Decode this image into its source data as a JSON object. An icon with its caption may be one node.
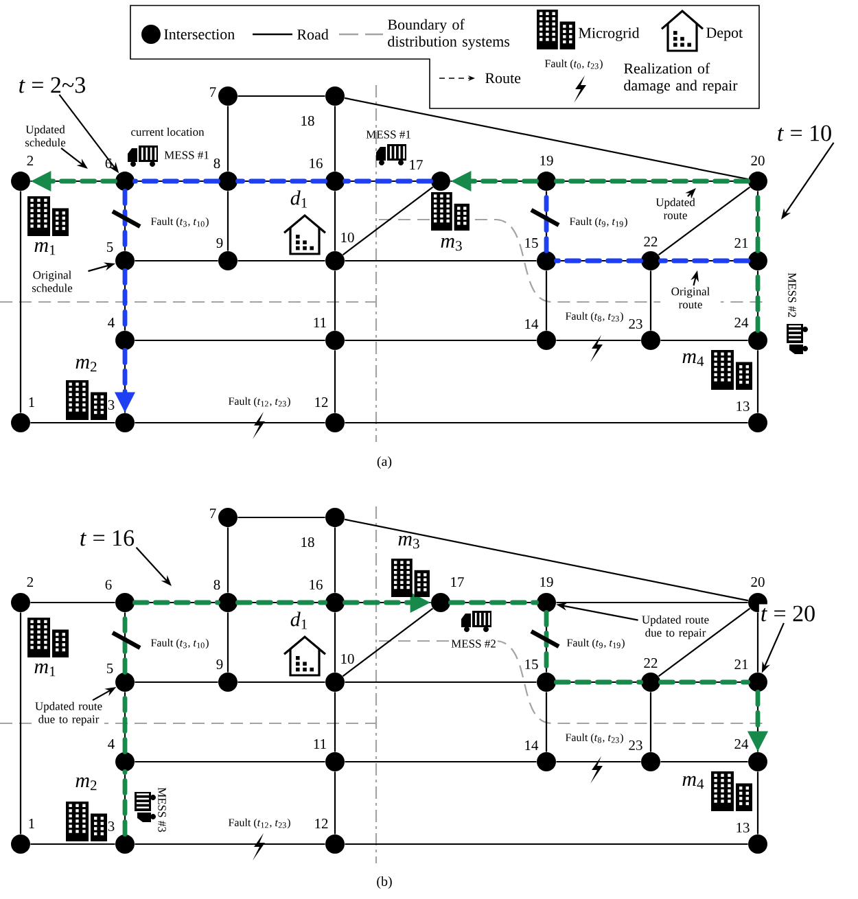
{
  "diagram": {
    "nodes": [
      {
        "text": [],
        "shape": "circle",
        "beside": [
          "7"
        ]
      },
      {
        "text": [],
        "shape": "circle",
        "beside": [
          "18"
        ]
      },
      {
        "text": [],
        "shape": "circle",
        "beside": [
          "2"
        ]
      },
      {
        "text": [],
        "shape": "circle",
        "beside": [
          "6"
        ]
      },
      {
        "text": [],
        "shape": "circle",
        "beside": [
          "8"
        ]
      },
      {
        "text": [],
        "shape": "circle",
        "beside": [
          "16"
        ]
      },
      {
        "text": [],
        "shape": "circle",
        "beside": [
          "17"
        ]
      },
      {
        "text": [],
        "shape": "circle",
        "beside": [
          "19"
        ]
      },
      {
        "text": [],
        "shape": "circle",
        "beside": [
          "20"
        ]
      },
      {
        "text": [],
        "shape": "circle",
        "beside": [
          "5"
        ]
      },
      {
        "text": [],
        "shape": "circle",
        "beside": [
          "9"
        ]
      },
      {
        "text": [],
        "shape": "circle",
        "beside": [
          "10"
        ]
      },
      {
        "text": [],
        "shape": "circle",
        "beside": [
          "15"
        ]
      },
      {
        "text": [],
        "shape": "circle",
        "beside": [
          "22"
        ]
      },
      {
        "text": [],
        "shape": "circle",
        "beside": [
          "21"
        ]
      },
      {
        "text": [],
        "shape": "circle",
        "beside": [
          "4"
        ]
      },
      {
        "text": [],
        "shape": "circle",
        "beside": [
          "11"
        ]
      },
      {
        "text": [],
        "shape": "circle",
        "beside": [
          "14"
        ]
      },
      {
        "text": [],
        "shape": "circle",
        "beside": [
          "23"
        ]
      },
      {
        "text": [],
        "shape": "circle",
        "beside": [
          "24"
        ]
      },
      {
        "text": [],
        "shape": "circle",
        "beside": [
          "1"
        ]
      },
      {
        "text": [],
        "shape": "circle",
        "beside": [
          "3"
        ]
      },
      {
        "text": [],
        "shape": "circle",
        "beside": [
          "12"
        ]
      },
      {
        "text": [],
        "shape": "circle",
        "beside": [
          "13"
        ]
      },
      {
        "text": [
          "*t* = 2~3"
        ]
      },
      {
        "text": [
          "Updated schedule"
        ]
      },
      {
        "text": [
          "Original schedule"
        ]
      },
      {
        "text": [
          "*t* = 10"
        ]
      },
      {
        "text": [
          "Updated route"
        ]
      },
      {
        "text": [
          "Original route"
        ]
      },
      {
        "text": [],
        "shape": "circle",
        "beside": [
          "7"
        ]
      },
      {
        "text": [],
        "shape": "circle",
        "beside": [
          "18"
        ]
      },
      {
        "text": [],
        "shape": "circle",
        "beside": [
          "2"
        ]
      },
      {
        "text": [],
        "shape": "circle",
        "beside": [
          "6"
        ]
      },
      {
        "text": [],
        "shape": "circle",
        "beside": [
          "8"
        ]
      },
      {
        "text": [],
        "shape": "circle",
        "beside": [
          "16"
        ]
      },
      {
        "text": [],
        "shape": "circle",
        "beside": [
          "17"
        ]
      },
      {
        "text": [],
        "shape": "circle",
        "beside": [
          "19"
        ]
      },
      {
        "text": [],
        "shape": "circle",
        "beside": [
          "20"
        ]
      },
      {
        "text": [],
        "shape": "circle",
        "beside": [
          "5"
        ]
      },
      {
        "text": [],
        "shape": "circle",
        "beside": [
          "9"
        ]
      },
      {
        "text": [],
        "shape": "circle",
        "beside": [
          "10"
        ]
      },
      {
        "text": [],
        "shape": "circle",
        "beside": [
          "15"
        ]
      },
      {
        "text": [],
        "shape": "circle",
        "beside": [
          "22"
        ]
      },
      {
        "text": [],
        "shape": "circle",
        "beside": [
          "21"
        ]
      },
      {
        "text": [],
        "shape": "circle",
        "beside": [
          "4"
        ]
      },
      {
        "text": [],
        "shape": "circle",
        "beside": [
          "11"
        ]
      },
      {
        "text": [],
        "shape": "circle",
        "beside": [
          "14"
        ]
      },
      {
        "text": [],
        "shape": "circle",
        "beside": [
          "23"
        ]
      },
      {
        "text": [],
        "shape": "circle",
        "beside": [
          "24"
        ]
      },
      {
        "text": [],
        "shape": "circle",
        "beside": [
          "1"
        ]
      },
      {
        "text": [],
        "shape": "circle",
        "beside": [
          "3"
        ]
      },
      {
        "text": [],
        "shape": "circle",
        "beside": [
          "12"
        ]
      },
      {
        "text": [],
        "shape": "circle",
        "beside": [
          "13"
        ]
      },
      {
        "text": [
          "*t* = 16"
        ]
      },
      {
        "text": [
          "Updated route due to repair"
        ]
      },
      {
        "text": [
          "Updated route due to repair"
        ]
      },
      {
        "text": [
          "*t* = 20"
        ]
      }
    ],
    "edges": [
      {
        "from": 2,
        "to": 3,
        "arrow": "none"
      },
      {
        "from": 3,
        "to": 4,
        "arrow": "none"
      },
      {
        "from": 4,
        "to": 5,
        "arrow": "none"
      },
      {
        "from": 5,
        "to": 6,
        "arrow": "none"
      },
      {
        "from": 6,
        "to": 7,
        "arrow": "none"
      },
      {
        "from": 7,
        "to": 8,
        "arrow": "none"
      },
      {
        "from": 0,
        "to": 1,
        "arrow": "none"
      },
      {
        "from": 0,
        "to": 4,
        "arrow": "none"
      },
      {
        "from": 4,
        "to": 10,
        "arrow": "none"
      },
      {
        "from": 1,
        "to": 5,
        "arrow": "none"
      },
      {
        "from": 1,
        "to": 8,
        "arrow": "none"
      },
      {
        "from": 5,
        "to": 11,
        "arrow": "none"
      },
      {
        "from": 11,
        "to": 6,
        "arrow": "none"
      },
      {
        "from": 2,
        "to": 20,
        "arrow": "none"
      },
      {
        "from": 3,
        "to": 9,
        "arrow": "none"
      },
      {
        "from": 9,
        "to": 10,
        "arrow": "none"
      },
      {
        "from": 10,
        "to": 11,
        "arrow": "none"
      },
      {
        "from": 11,
        "to": 12,
        "arrow": "none"
      },
      {
        "from": 12,
        "to": 13,
        "arrow": "none"
      },
      {
        "from": 13,
        "to": 14,
        "arrow": "none"
      },
      {
        "from": 13,
        "to": 8,
        "arrow": "none"
      },
      {
        "from": 7,
        "to": 12,
        "arrow": "none"
      },
      {
        "from": 8,
        "to": 14,
        "arrow": "none"
      },
      {
        "from": 9,
        "to": 15,
        "arrow": "none"
      },
      {
        "from": 11,
        "to": 16,
        "arrow": "none"
      },
      {
        "from": 12,
        "to": 17,
        "arrow": "none"
      },
      {
        "from": 13,
        "to": 18,
        "arrow": "none"
      },
      {
        "from": 14,
        "to": 19,
        "arrow": "none"
      },
      {
        "from": 15,
        "to": 16,
        "arrow": "none"
      },
      {
        "from": 16,
        "to": 17,
        "arrow": "none"
      },
      {
        "from": 17,
        "to": 18,
        "arrow": "none"
      },
      {
        "from": 18,
        "to": 19,
        "arrow": "none"
      },
      {
        "from": 15,
        "to": 21,
        "arrow": "none"
      },
      {
        "from": 20,
        "to": 21,
        "arrow": "none"
      },
      {
        "from": 21,
        "to": 22,
        "arrow": "none"
      },
      {
        "from": 16,
        "to": 22,
        "arrow": "none"
      },
      {
        "from": 22,
        "to": 23,
        "arrow": "none"
      },
      {
        "from": 19,
        "to": 23,
        "arrow": "none"
      },
      {
        "from": 6,
        "to": 5,
        "arrow": "none",
        "style": "dashed",
        "color": "#1f3ff2"
      },
      {
        "from": 5,
        "to": 4,
        "arrow": "none",
        "style": "dashed",
        "color": "#1f3ff2"
      },
      {
        "from": 4,
        "to": 3,
        "arrow": "none",
        "style": "dashed",
        "color": "#1f3ff2"
      },
      {
        "from": 3,
        "to": 9,
        "arrow": "none",
        "style": "dashed",
        "color": "#1f3ff2"
      },
      {
        "from": 9,
        "to": 15,
        "arrow": "none",
        "style": "dashed",
        "color": "#1f3ff2"
      },
      {
        "from": 15,
        "to": 21,
        "arrow": "to",
        "style": "dashed",
        "color": "#1f3ff2"
      },
      {
        "from": 14,
        "to": 13,
        "arrow": "none",
        "style": "dashed",
        "color": "#1f3ff2"
      },
      {
        "from": 13,
        "to": 12,
        "arrow": "none",
        "style": "dashed",
        "color": "#1f3ff2"
      },
      {
        "from": 12,
        "to": 7,
        "arrow": "none",
        "style": "dashed",
        "color": "#1f3ff2"
      },
      {
        "from": 3,
        "to": 2,
        "arrow": "to",
        "style": "dashed",
        "color": "#178a4b"
      },
      {
        "from": 19,
        "to": 14,
        "arrow": "none",
        "style": "dashed",
        "color": "#178a4b"
      },
      {
        "from": 14,
        "to": 8,
        "arrow": "none",
        "style": "dashed",
        "color": "#178a4b"
      },
      {
        "from": 8,
        "to": 7,
        "arrow": "none",
        "style": "dashed",
        "color": "#178a4b"
      },
      {
        "from": 7,
        "to": 6,
        "arrow": "to",
        "style": "dashed",
        "color": "#178a4b"
      },
      {
        "from": 24,
        "to": 3,
        "arrow": "to"
      },
      {
        "from": 25,
        "to": null,
        "arrow": "to"
      },
      {
        "from": 26,
        "to": 9,
        "arrow": "to"
      },
      {
        "from": 27,
        "to": null,
        "arrow": "to"
      },
      {
        "from": 28,
        "to": null,
        "arrow": "to"
      },
      {
        "from": 29,
        "to": null,
        "arrow": "to"
      },
      {
        "from": 32,
        "to": 33,
        "arrow": "none"
      },
      {
        "from": 33,
        "to": 34,
        "arrow": "none"
      },
      {
        "from": 34,
        "to": 35,
        "arrow": "none"
      },
      {
        "from": 35,
        "to": 36,
        "arrow": "none"
      },
      {
        "from": 36,
        "to": 37,
        "arrow": "none"
      },
      {
        "from": 37,
        "to": 38,
        "arrow": "none"
      },
      {
        "from": 30,
        "to": 31,
        "arrow": "none"
      },
      {
        "from": 30,
        "to": 34,
        "arrow": "none"
      },
      {
        "from": 34,
        "to": 40,
        "arrow": "none"
      },
      {
        "from": 31,
        "to": 35,
        "arrow": "none"
      },
      {
        "from": 31,
        "to": 38,
        "arrow": "none"
      },
      {
        "from": 35,
        "to": 41,
        "arrow": "none"
      },
      {
        "from": 41,
        "to": 36,
        "arrow": "none"
      },
      {
        "from": 32,
        "to": 50,
        "arrow": "none"
      },
      {
        "from": 33,
        "to": 39,
        "arrow": "none"
      },
      {
        "from": 39,
        "to": 40,
        "arrow": "none"
      },
      {
        "from": 40,
        "to": 41,
        "arrow": "none"
      },
      {
        "from": 41,
        "to": 42,
        "arrow": "none"
      },
      {
        "from": 42,
        "to": 43,
        "arrow": "none"
      },
      {
        "from": 43,
        "to": 44,
        "arrow": "none"
      },
      {
        "from": 43,
        "to": 38,
        "arrow": "none"
      },
      {
        "from": 37,
        "to": 42,
        "arrow": "none"
      },
      {
        "from": 38,
        "to": 44,
        "arrow": "none"
      },
      {
        "from": 39,
        "to": 45,
        "arrow": "none"
      },
      {
        "from": 41,
        "to": 46,
        "arrow": "none"
      },
      {
        "from": 42,
        "to": 47,
        "arrow": "none"
      },
      {
        "from": 43,
        "to": 48,
        "arrow": "none"
      },
      {
        "from": 44,
        "to": 49,
        "arrow": "none"
      },
      {
        "from": 45,
        "to": 46,
        "arrow": "none"
      },
      {
        "from": 46,
        "to": 47,
        "arrow": "none"
      },
      {
        "from": 47,
        "to": 48,
        "arrow": "none"
      },
      {
        "from": 48,
        "to": 49,
        "arrow": "none"
      },
      {
        "from": 45,
        "to": 51,
        "arrow": "none"
      },
      {
        "from": 50,
        "to": 51,
        "arrow": "none"
      },
      {
        "from": 51,
        "to": 52,
        "arrow": "none"
      },
      {
        "from": 46,
        "to": 52,
        "arrow": "none"
      },
      {
        "from": 52,
        "to": 53,
        "arrow": "none"
      },
      {
        "from": 49,
        "to": 53,
        "arrow": "none"
      },
      {
        "from": 51,
        "to": 45,
        "arrow": "none",
        "style": "dashed",
        "color": "#178a4b"
      },
      {
        "from": 45,
        "to": 39,
        "arrow": "none",
        "style": "dashed",
        "color": "#178a4b"
      },
      {
        "from": 39,
        "to": 33,
        "arrow": "none",
        "style": "dashed",
        "color": "#178a4b"
      },
      {
        "from": 33,
        "to": 34,
        "arrow": "none",
        "style": "dashed",
        "color": "#178a4b"
      },
      {
        "from": 34,
        "to": 35,
        "arrow": "none",
        "style": "dashed",
        "color": "#178a4b"
      },
      {
        "from": 35,
        "to": 36,
        "arrow": "to",
        "style": "dashed",
        "color": "#178a4b"
      },
      {
        "from": 36,
        "to": 37,
        "arrow": "none",
        "style": "dashed",
        "color": "#178a4b"
      },
      {
        "from": 37,
        "to": 42,
        "arrow": "none",
        "style": "dashed",
        "color": "#178a4b"
      },
      {
        "from": 42,
        "to": 43,
        "arrow": "none",
        "style": "dashed",
        "color": "#178a4b"
      },
      {
        "from": 43,
        "to": 44,
        "arrow": "none",
        "style": "dashed",
        "color": "#178a4b"
      },
      {
        "from": 44,
        "to": 49,
        "arrow": "to",
        "style": "dashed",
        "color": "#178a4b"
      },
      {
        "from": 54,
        "to": null,
        "arrow": "to"
      },
      {
        "from": 55,
        "to": 39,
        "arrow": "to"
      },
      {
        "from": 56,
        "to": 37,
        "arrow": "to"
      },
      {
        "from": 57,
        "to": 44,
        "arrow": "to"
      }
    ],
    "labels": [
      "Fault (*t*$_{0}$, *t*$_{23}$)",
      "current location",
      "MESS #1",
      "MESS #1",
      "Fault (*t*$_{3}$, *t*$_{10}$)",
      "Fault (*t*$_{9}$, *t*$_{19}$)",
      "*d*$_{1}$",
      "*m*$_{1}$",
      "*m*$_{3}$",
      "MESS #2",
      "Fault (*t*$_{8}$, *t*$_{23}$)",
      "*m*$_{2}$",
      "*m*$_{4}$",
      "Fault (*t*$_{12}$, *t*$_{23}$)",
      "(a)",
      "*m*$_{3}$",
      "*d*$_{1}$",
      "Fault (*t*$_{3}$, *t*$_{10}$)",
      "MESS #2",
      "Fault (*t*$_{9}$, *t*$_{19}$)",
      "*m*$_{1}$",
      "Fault (*t*$_{8}$, *t*$_{23}$)",
      "*m*$_{2}$",
      "MESS #3",
      "*m*$_{4}$",
      "Fault (*t*$_{12}$, *t*$_{23}$)",
      "(b)"
    ],
    "legend": [
      {
        "text": "Intersection"
      },
      {
        "text": "Road"
      },
      {
        "text": "Boundary of distribution systems"
      },
      {
        "text": "Microgrid"
      },
      {
        "text": "Depot"
      },
      {
        "text": "Route"
      },
      {
        "text": "Realization of damage and repair"
      }
    ]
  }
}
